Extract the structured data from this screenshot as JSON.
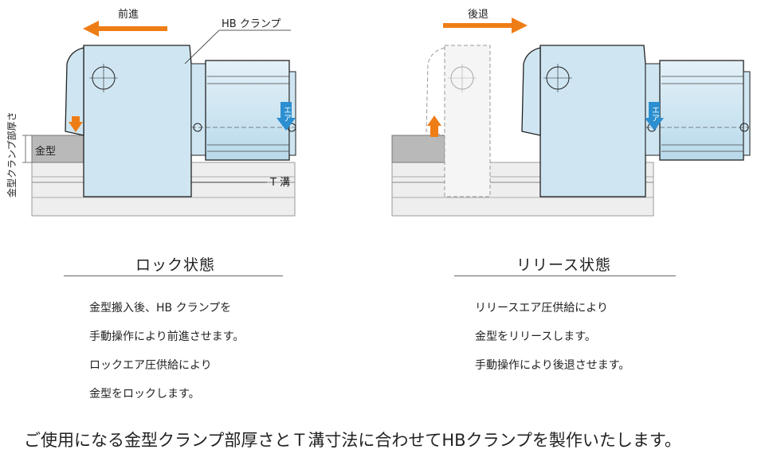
{
  "diagram": {
    "forward_label": "前進",
    "backward_label": "後退",
    "clamp_label": "HB クランプ",
    "thickness_label": "金型クランプ部厚さ",
    "mold_label": "金型",
    "tslot_label": "T 溝",
    "air_label": "エア",
    "colors": {
      "clamp_fill": "#cfe6f2",
      "arrow_orange": "#ef7d16",
      "air_blue": "#2b8fd0",
      "mold_fill": "#b9b9b9",
      "table_fill": "#eeeeee"
    }
  },
  "lock": {
    "title": "ロック状態",
    "steps": [
      "金型搬入後、HB クランプを",
      "手動操作により前進させます。",
      "ロックエア圧供給により",
      "金型をロックします。"
    ]
  },
  "release": {
    "title": "リリース状態",
    "steps": [
      "リリースエア圧供給により",
      "金型をリリースします。",
      "手動操作により後退させます。"
    ]
  },
  "footer": "ご使用になる金型クランプ部厚さとＴ溝寸法に合わせてHBクランプを製作いたします。"
}
